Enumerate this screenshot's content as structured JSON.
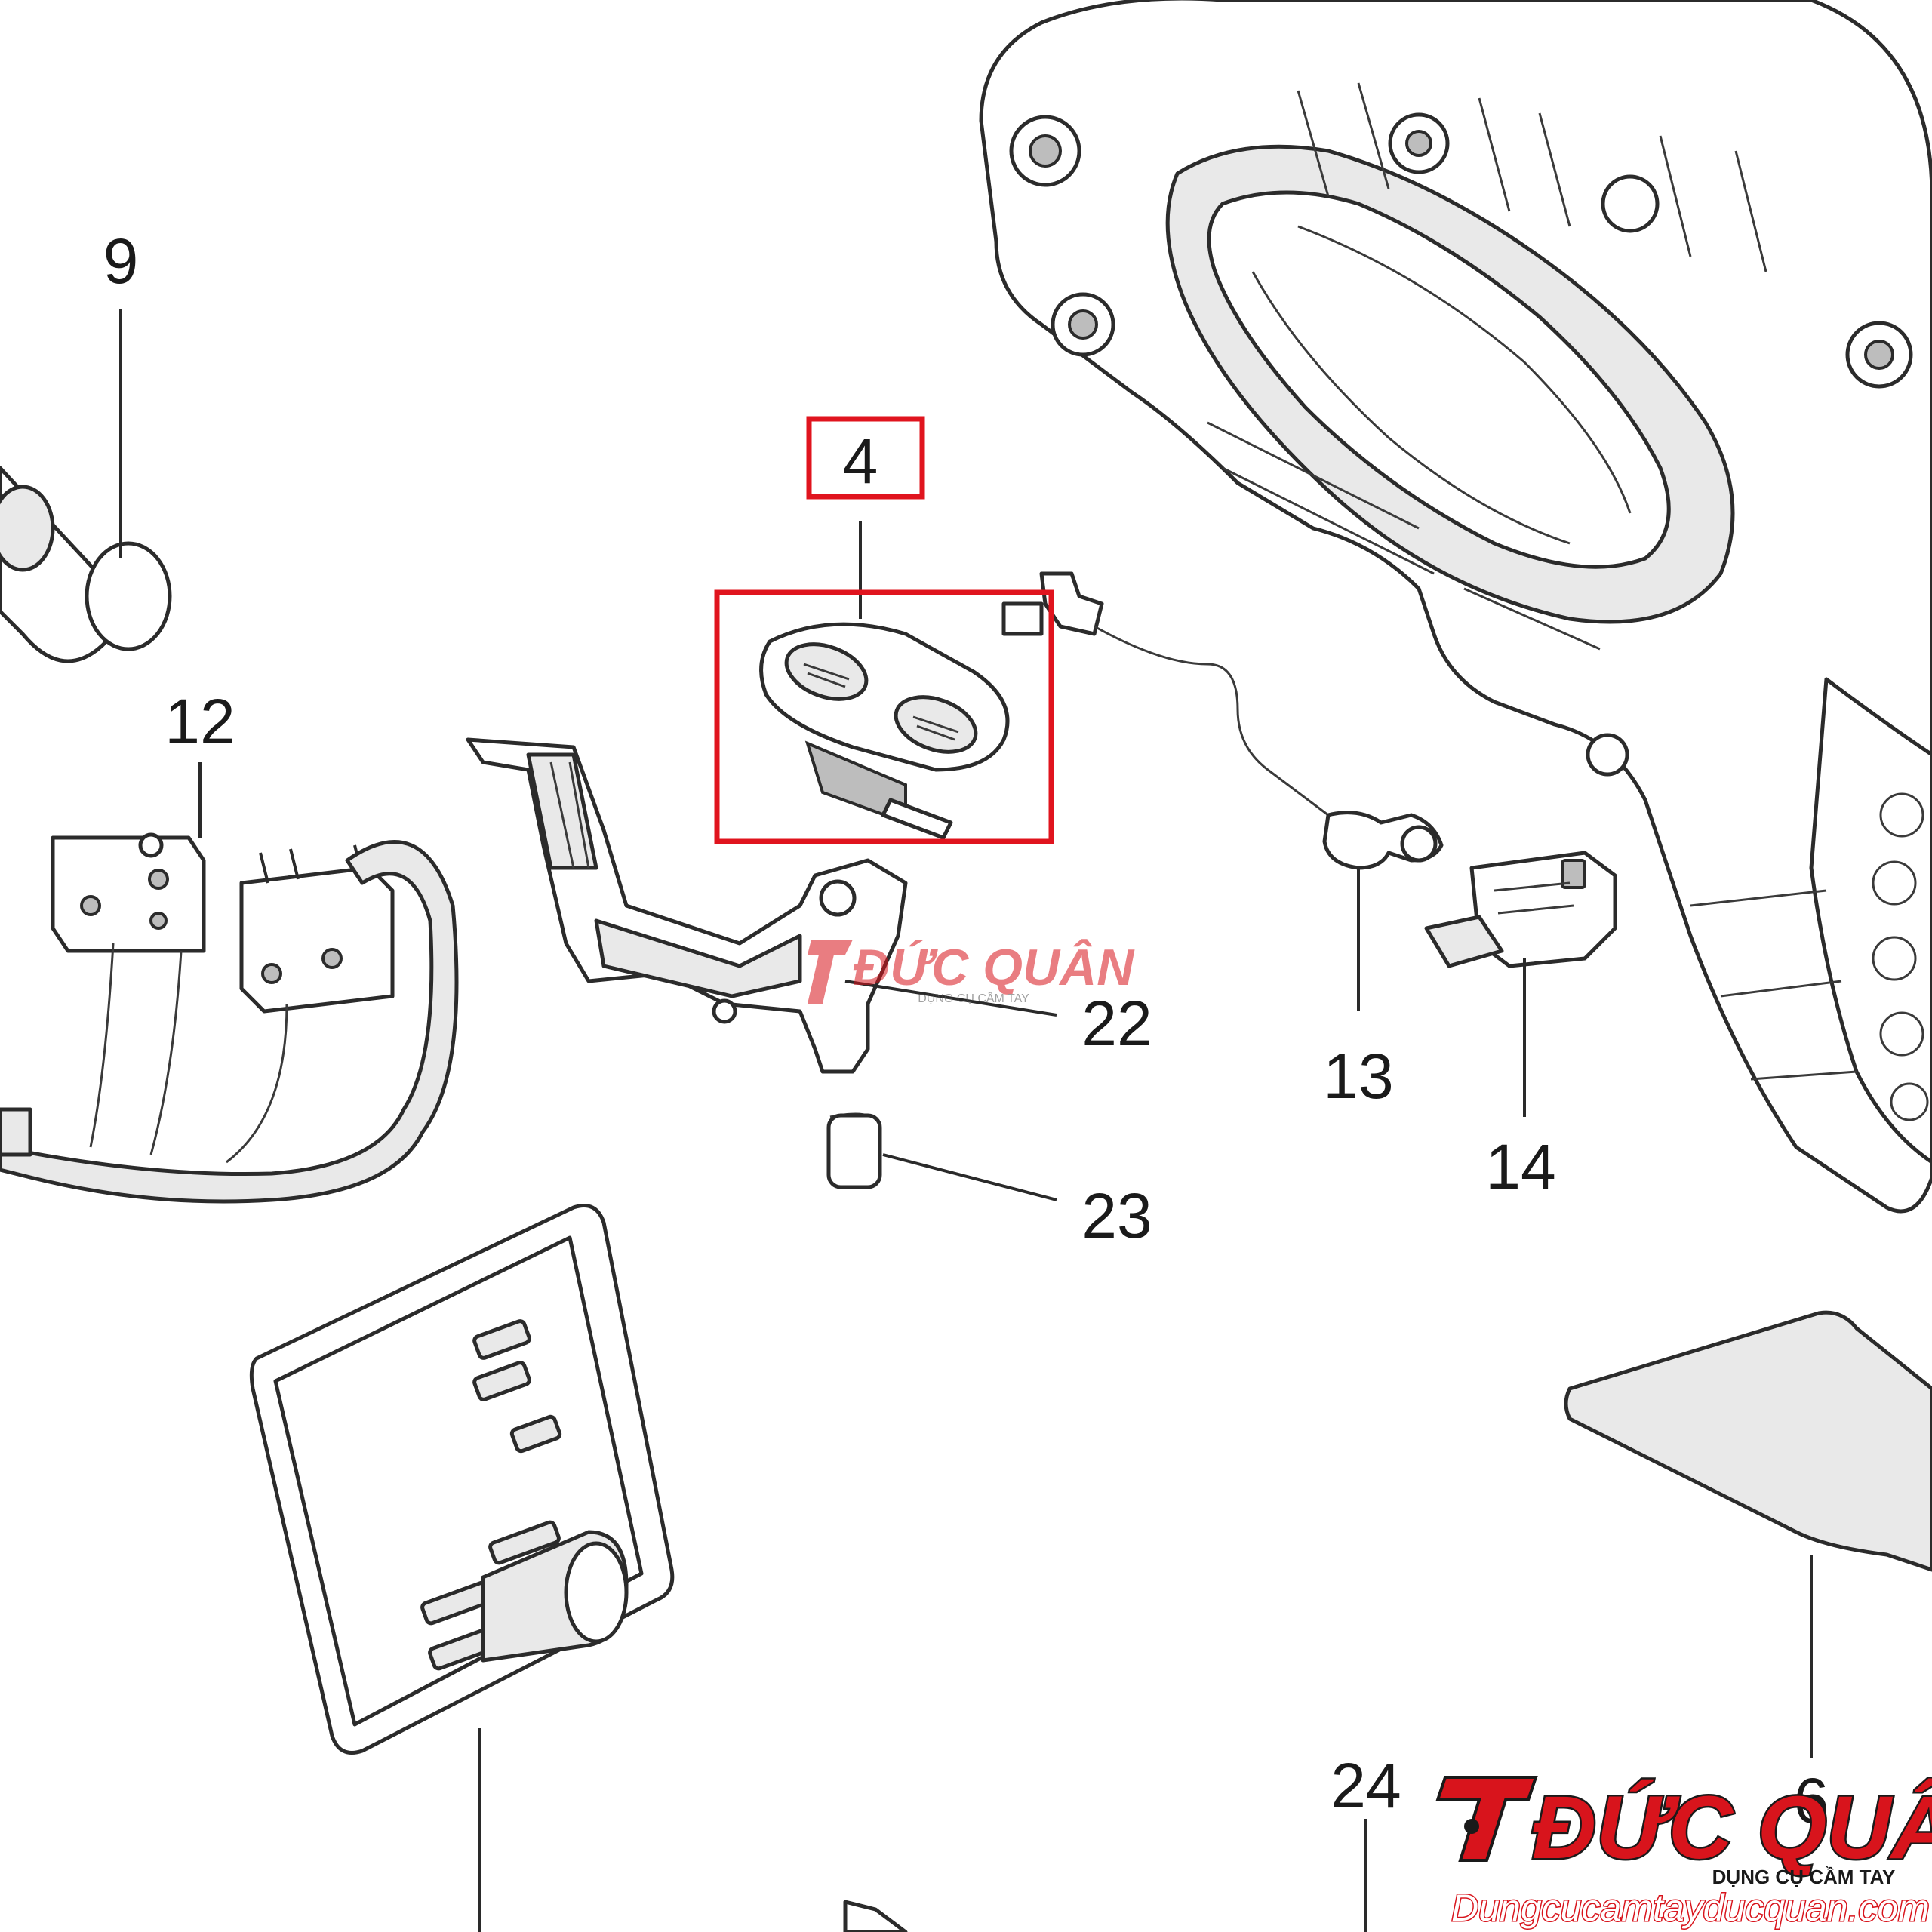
{
  "labels": {
    "part_4": "4",
    "part_9": "9",
    "part_12": "12",
    "part_13": "13",
    "part_14": "14",
    "part_22": "22",
    "part_23": "23",
    "part_24": "24",
    "part_6": "6"
  },
  "watermark": {
    "brand": "ĐỨC QUÂN",
    "tagline": "DỤNG CỤ CẦM TAY",
    "website": "Dungcucamtayducquan.com"
  },
  "colors": {
    "highlight": "#e0141e",
    "brand_red": "#d8141c",
    "brand_dark": "#1a1a1a"
  }
}
